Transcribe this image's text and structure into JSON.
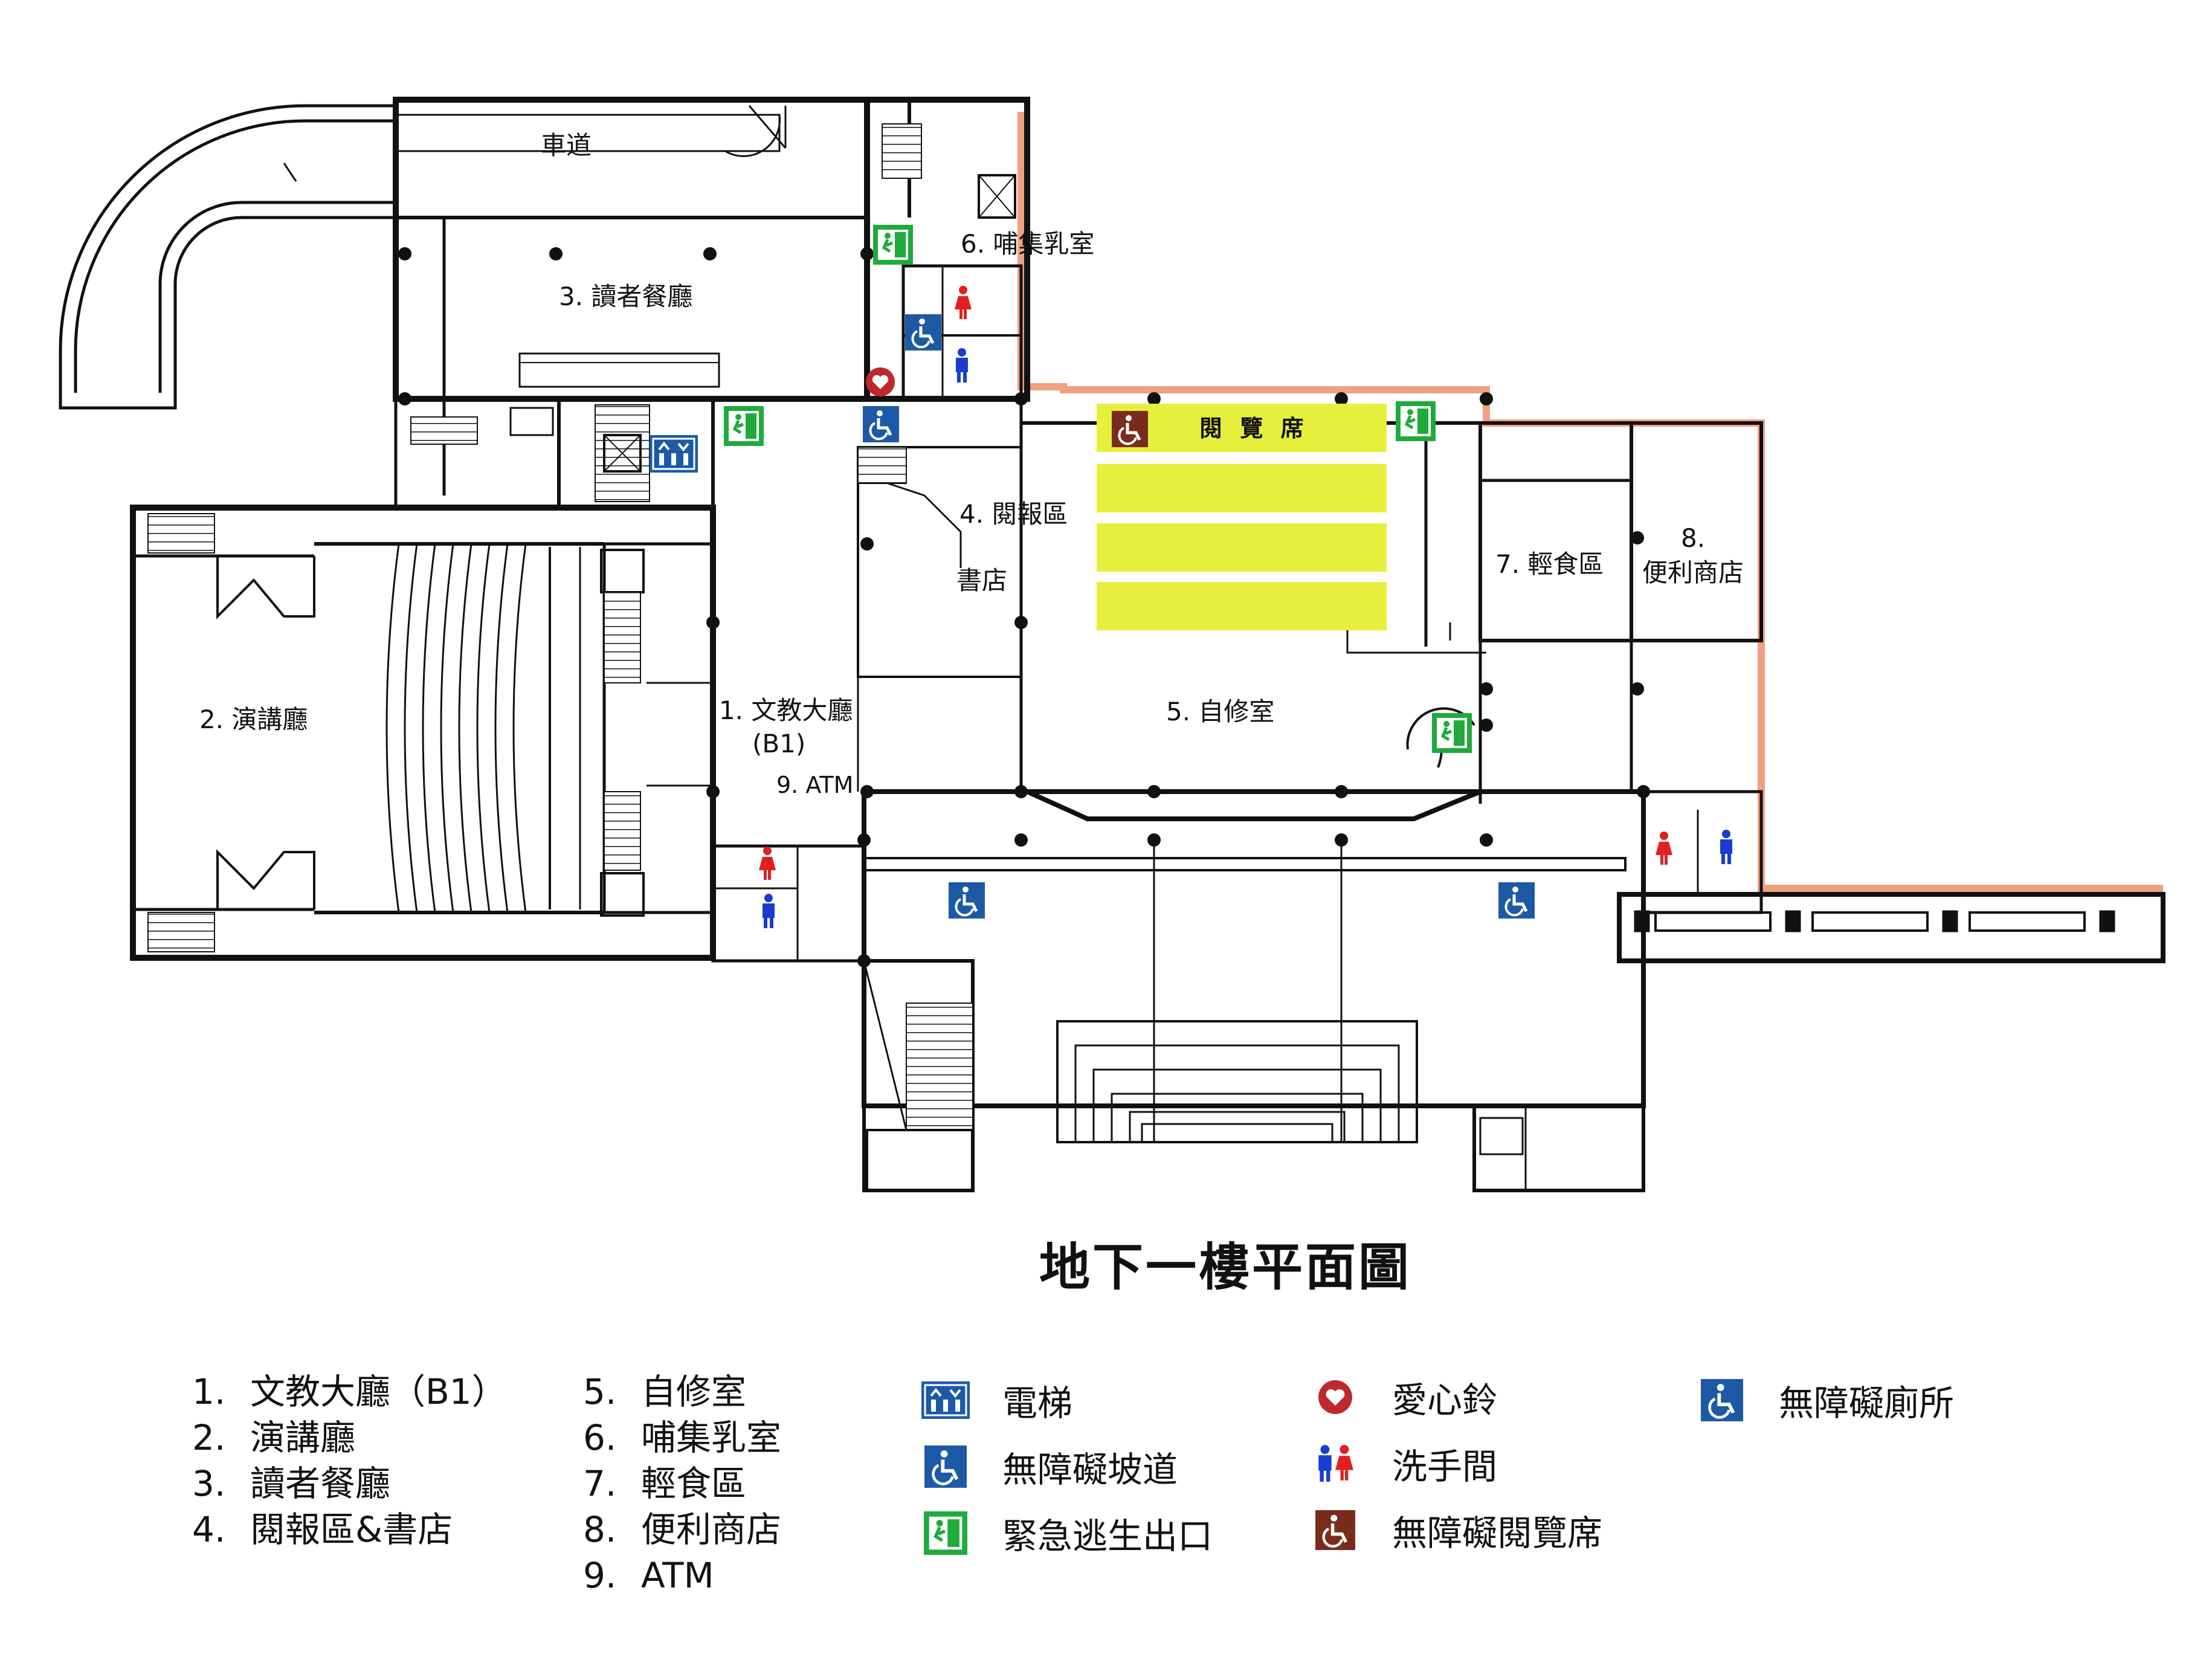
{
  "title": "地下一樓平面圖",
  "map_labels": {
    "driveway": "車道",
    "lactation": "6. 哺集乳室",
    "dining": "3. 讀者餐廳",
    "reading_seats": "閱 覽 席",
    "newspaper": "4. 閱報區",
    "bookstore": "書店",
    "snack": "7. 輕食區",
    "store_num": "8.",
    "store": "便利商店",
    "auditorium": "2. 演講廳",
    "lobby": "1. 文教大廳",
    "lobby_floor": "(B1)",
    "atm": "9. ATM",
    "study": "5. 自修室"
  },
  "area_list": [
    {
      "num": "1.",
      "name": "文教大廳（B1）"
    },
    {
      "num": "2.",
      "name": "演講廳"
    },
    {
      "num": "3.",
      "name": "讀者餐廳"
    },
    {
      "num": "4.",
      "name": "閱報區&書店"
    },
    {
      "num": "5.",
      "name": "自修室"
    },
    {
      "num": "6.",
      "name": "哺集乳室"
    },
    {
      "num": "7.",
      "name": "輕食區"
    },
    {
      "num": "8.",
      "name": "便利商店"
    },
    {
      "num": "9.",
      "name": "ATM"
    }
  ],
  "symbol_legend": [
    {
      "icon": "elevator-icon",
      "label": "電梯"
    },
    {
      "icon": "accessible-ramp-icon",
      "label": "無障礙坡道"
    },
    {
      "icon": "emergency-exit-icon",
      "label": "緊急逃生出口"
    },
    {
      "icon": "help-bell-icon",
      "label": "愛心鈴"
    },
    {
      "icon": "restroom-icon",
      "label": "洗手間"
    },
    {
      "icon": "accessible-reading-seat-icon",
      "label": "無障礙閱覽席"
    },
    {
      "icon": "accessible-toilet-icon",
      "label": "無障礙廁所"
    }
  ],
  "colors": {
    "wall": "#111111",
    "exterior_edge": "#f0a080",
    "reading_seats": "#e6f03c",
    "accessible_blue": "#1c5aa6",
    "exit_green": "#1faa3c",
    "help_bell_red": "#c0282c",
    "reading_seat_brown": "#7a2c1c",
    "female_red": "#e02020",
    "male_blue": "#1a3cd0"
  }
}
